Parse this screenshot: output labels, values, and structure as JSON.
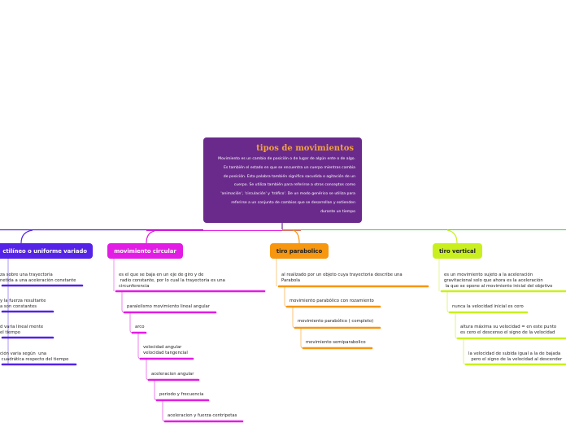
{
  "central": {
    "title": "tipos de movimientos",
    "lines": [
      "Movimiento es un cambio de posición o de lugar de algún ente o de algo.",
      "Es también el estado en que se encuentra un cuerpo mientras cambia",
      "de posición. Esta palabra también significa sacudida o agitación de un",
      "cuerpo. Se utiliza también para referirse a otros conceptos como",
      "'animación', 'circulación' y 'tráfico'. De un modo genérico se utiliza para",
      "referirse a un conjunto de cambios que se desarrollan y extienden",
      "durante un tiempo"
    ]
  },
  "colors": {
    "central": "#6a2a8c",
    "blue": "#5522e8",
    "magenta": "#e21ce4",
    "orange": "#f7960f",
    "lime": "#c9f01e",
    "green_line": "#37d23a",
    "red_line": "#e53c3c"
  },
  "branches": {
    "blue": {
      "label": "ctilíneo o uniforme variado",
      "items": [
        "za sobre una trayectoria\nnetida a una aceleración constante",
        "y la fuerza resultante\na son constantes",
        "d varia lineal mente\nel tiempo",
        "ción varia según  una\n cuadrática respecto del tiempo"
      ]
    },
    "magenta": {
      "label": "movimiento circular",
      "items": [
        "es el que se baja en un eje de giro y de\n radio constante, por lo cual la trayectoria es una\ncircunferencia",
        "paralelismo movimiento lineal angular",
        "arco",
        "velocidad angular\nvelocidad tangencial",
        "aceleracion angular",
        "periodo y frecuencia",
        "aceleracion y fuerza centripetas"
      ]
    },
    "orange": {
      "label": "tiro parabolico",
      "items": [
        "al realizado por un objeto cuya trayectoria describe una\nParabola",
        "movimiento parabólico con rozamiento",
        "movimiento parabólico ( completo)",
        "movimiento semiparabolico"
      ]
    },
    "lime": {
      "label": "tiro vertical",
      "items": [
        "es un movimiento sujeto a la aceleración\ngravitacional solo que ahora es la aceleración\n la que se opone al movimiento inicial del objetivo",
        "nunca la velocidad inicial es cero",
        "altura máxima su velocidad = en este punto\nes cero el descenso el signo de la velocidad",
        "la velocidad de subida igual a la de bajada\n  pero el signo de la velocidad al descender"
      ]
    }
  }
}
